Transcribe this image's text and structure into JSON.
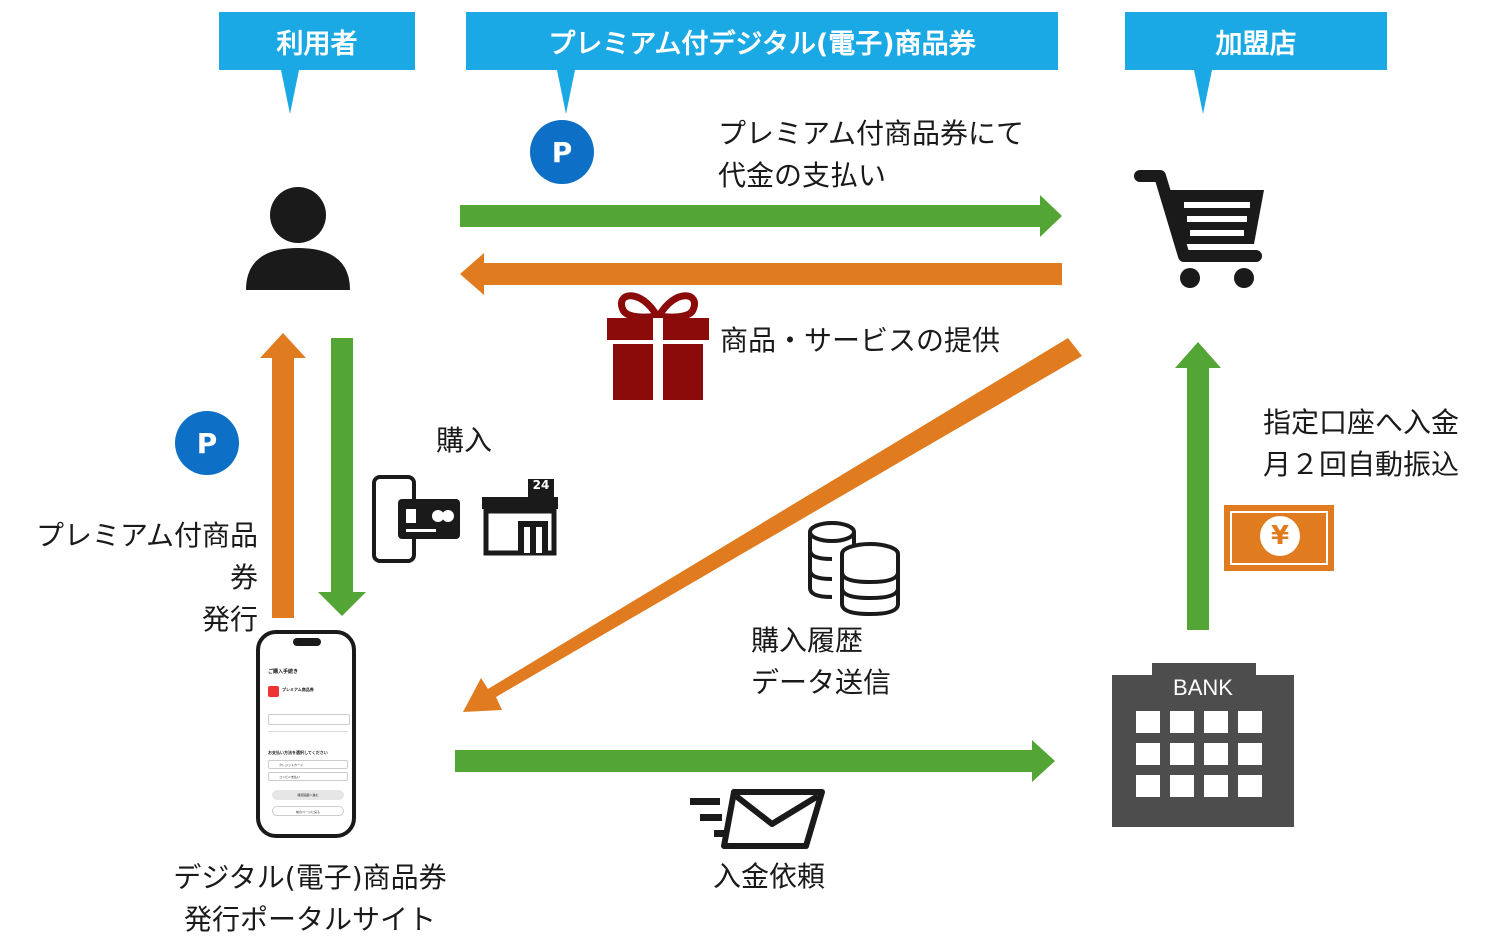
{
  "headers": {
    "user": "利用者",
    "voucher": "プレミアム付デジタル(電子)商品券",
    "merchant": "加盟店"
  },
  "labels": {
    "payment": "プレミアム付商品券にて\n代金の支払い",
    "service": "商品・サービスの提供",
    "purchase": "購入",
    "issue": "プレミアム付商品券\n発行",
    "history": "購入履歴\nデータ送信",
    "deposit": "指定口座へ入金\n月２回自動振込",
    "portal": "デジタル(電子)商品券\n発行ポータルサイト",
    "request": "入金依頼"
  },
  "icons": {
    "point_badge_top": "P",
    "point_badge_left": "P",
    "store_24": "24",
    "bank_sign": "BANK",
    "yen": "¥"
  },
  "phone_screen": {
    "title": "ご購入手続き",
    "product": "プレミアム商品券",
    "section": "お支払い方法を選択してください",
    "opt1": "クレジットカード",
    "opt2": "コンビニ支払い",
    "btn1": "確認画面へ進む",
    "btn2": "前のページに戻る"
  },
  "colors": {
    "header_blue": "#1aa9e4",
    "arrow_green": "#53a535",
    "arrow_orange": "#e07b1f",
    "point_blue": "#0d6fc6",
    "gift_red": "#8b0a0a",
    "bank_gray": "#4d4d4d",
    "note_orange": "#e07b1f"
  }
}
